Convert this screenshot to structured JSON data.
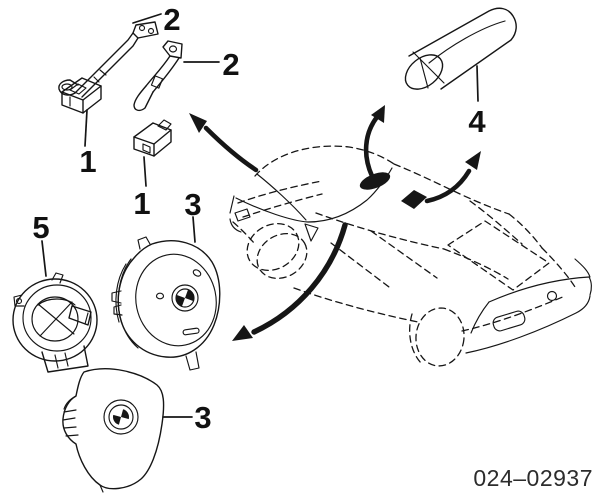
{
  "canvas": {
    "background_color": "#ffffff",
    "ink_color": "#161616"
  },
  "callouts": {
    "sensor_a": "1",
    "sensor_b": "1",
    "bracket_a": "2",
    "bracket_b": "2",
    "airbag_round": "3",
    "airbag_sport": "3",
    "head_airbag_cylinder": "4",
    "clock_spring": "5"
  },
  "footer": {
    "drawing_number": "024–02937"
  }
}
